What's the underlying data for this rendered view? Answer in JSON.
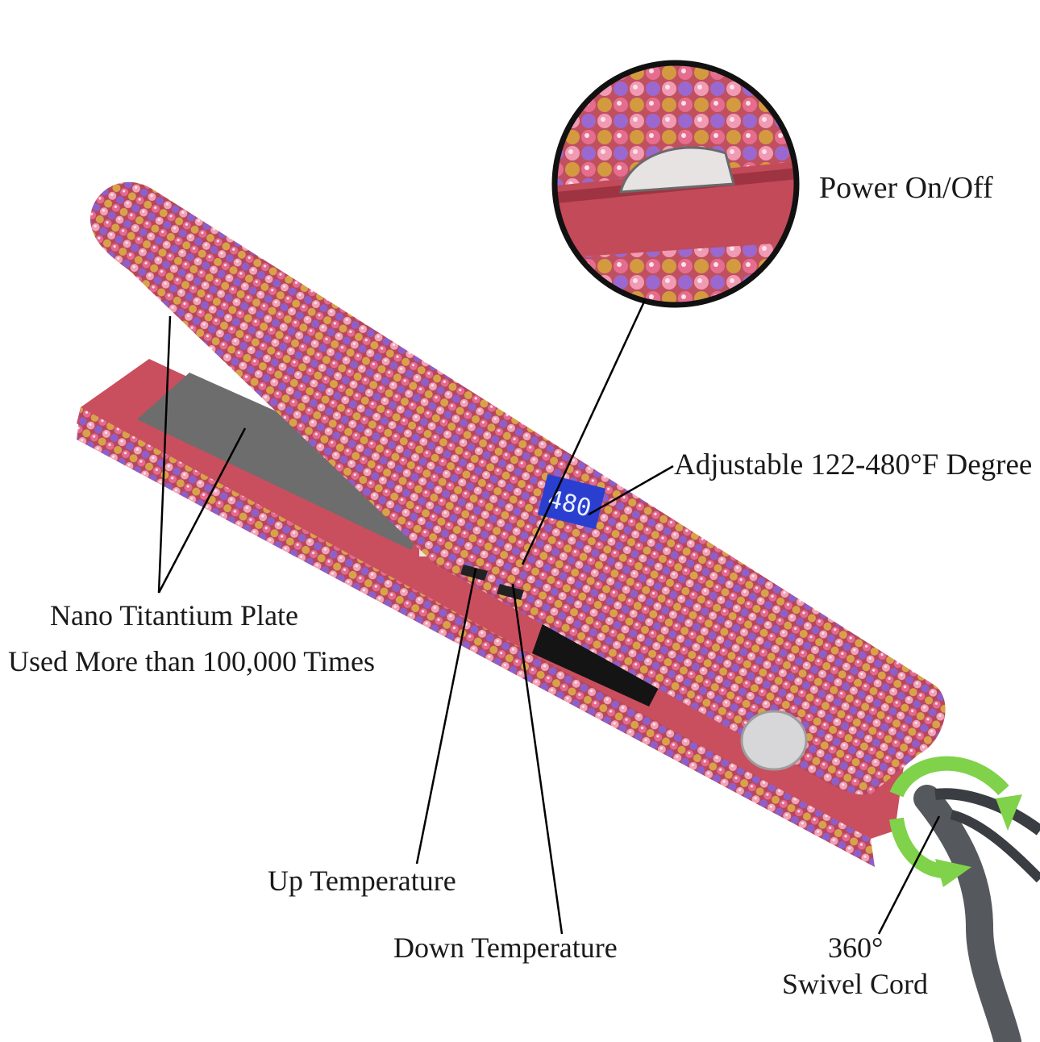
{
  "labels": {
    "power": "Power On/Off",
    "adjustable": "Adjustable 122-480°F Degree",
    "plate_line1": "Nano Titantium Plate",
    "plate_line2": "Used More than 100,000 Times",
    "up_temp": "Up Temperature",
    "down_temp": "Down Temperature",
    "swivel_line1": "360°",
    "swivel_line2": "Swivel Cord"
  },
  "display": {
    "reading": "480"
  },
  "colors": {
    "body": "#c94f5e",
    "body_dark": "#9e3442",
    "plate": "#6d6d6d",
    "lcd": "#2a3fd0",
    "arrow": "#7fd24a",
    "cord": "#55595e"
  }
}
